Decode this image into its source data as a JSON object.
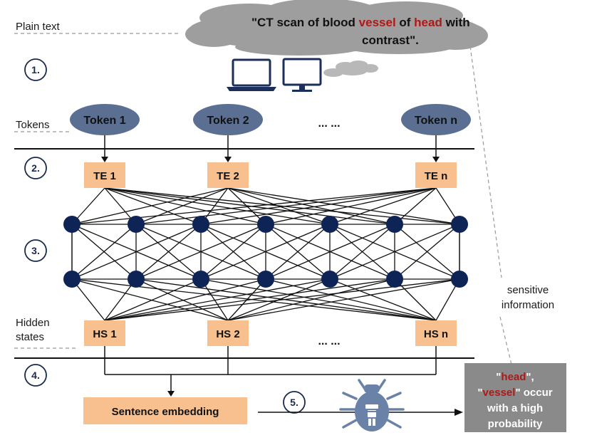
{
  "labels": {
    "plain_text": "Plain text",
    "tokens": "Tokens",
    "hidden_states_line1": "Hidden",
    "hidden_states_line2": "states",
    "sensitive_line1": "sensitive",
    "sensitive_line2": "information"
  },
  "steps": [
    "1.",
    "2.",
    "3.",
    "4.",
    "5."
  ],
  "sentence": {
    "part1": "\"CT scan of blood ",
    "word1": "vessel",
    "part2": " of ",
    "word2": "head",
    "part3": " with",
    "line2": "contrast\"."
  },
  "tokens": [
    "Token 1",
    "Token 2",
    "... ...",
    "Token n"
  ],
  "token_embeddings": [
    "TE 1",
    "TE 2",
    "TE n"
  ],
  "hidden_states": [
    "HS 1",
    "HS 2",
    "... ...",
    "HS n"
  ],
  "sentence_embedding": "Sentence embedding",
  "result": {
    "q1": "\"",
    "word1": "head",
    "q1_end": "\",",
    "q2": "\"",
    "word2": "vessel",
    "q2_end": "\" occur",
    "line3": "with a high",
    "line4": "probability"
  },
  "colors": {
    "accent_red": "#b01818",
    "cloud_gray": "#9e9e9e",
    "token_blue": "#5b6f93",
    "box_orange": "#f7c08e",
    "node_navy": "#0f2456",
    "result_gray": "#8a8a8a",
    "device_navy": "#1c2e5a",
    "bug_blue": "#6b82a8"
  },
  "icons": [
    "laptop-icon",
    "monitor-icon",
    "bug-icon"
  ]
}
